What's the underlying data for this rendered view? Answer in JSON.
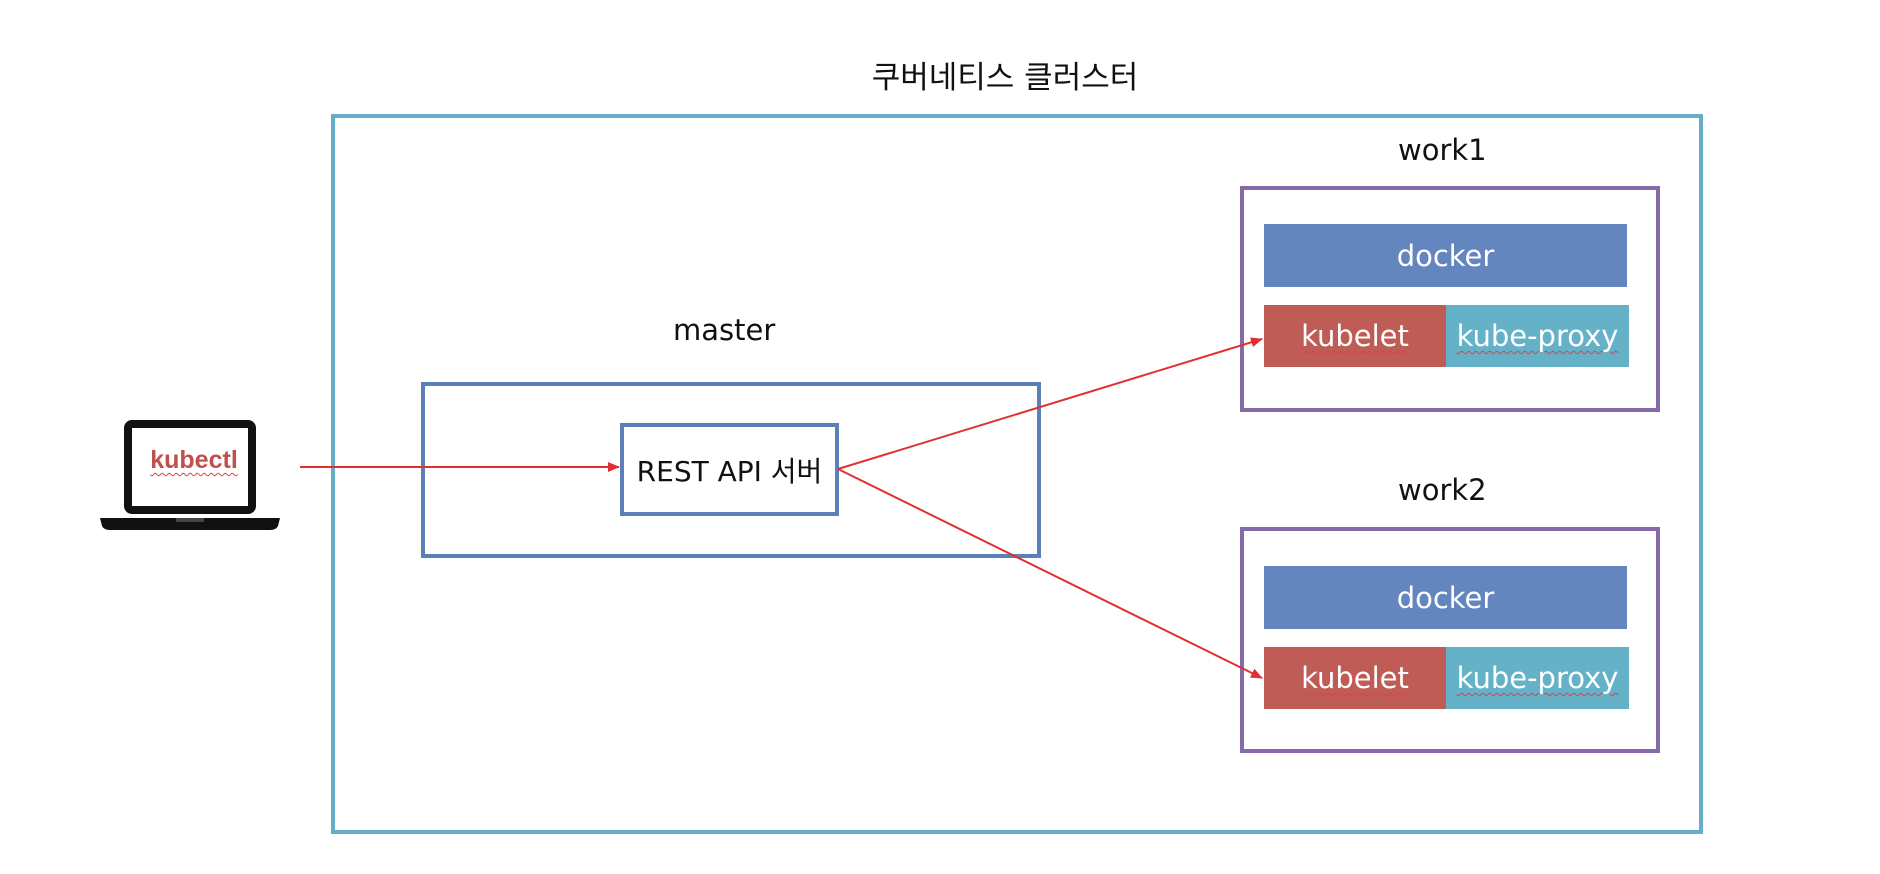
{
  "diagram": {
    "title": "쿠버네티스 클러스터",
    "master": {
      "label": "master",
      "api_server": "REST API 서버"
    },
    "client": {
      "label": "kubectl",
      "icon": "laptop-icon"
    },
    "workers": [
      {
        "label": "work1",
        "docker": "docker",
        "kubelet": "kubelet",
        "proxy": "kube-proxy"
      },
      {
        "label": "work2",
        "docker": "docker",
        "kubelet": "kubelet",
        "proxy": "kube-proxy"
      }
    ],
    "colors": {
      "cluster_border": "#66aec8",
      "master_border": "#5b80b8",
      "worker_border": "#8569a8",
      "docker": "#6386be",
      "kubelet": "#bf5c56",
      "proxy": "#64b1c8",
      "arrow": "#e03030"
    }
  }
}
